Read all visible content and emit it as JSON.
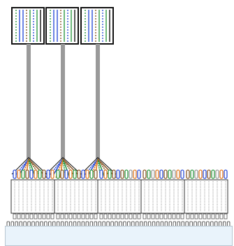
{
  "diagram": {
    "terminated_cables": 3,
    "connector_count": 5,
    "pins_per_connector": 10,
    "cable_color": "#9a9a9a",
    "wire_colors": [
      "#2d4fd8",
      "#e07a22",
      "#2f9a44",
      "#8a5a2b"
    ],
    "idle_wire_colors": [
      "#8a5a2b",
      "#2f9a44",
      "#9a9a9a",
      "#e07a22",
      "#2d4fd8"
    ],
    "board_color": "#e9f3fb"
  }
}
